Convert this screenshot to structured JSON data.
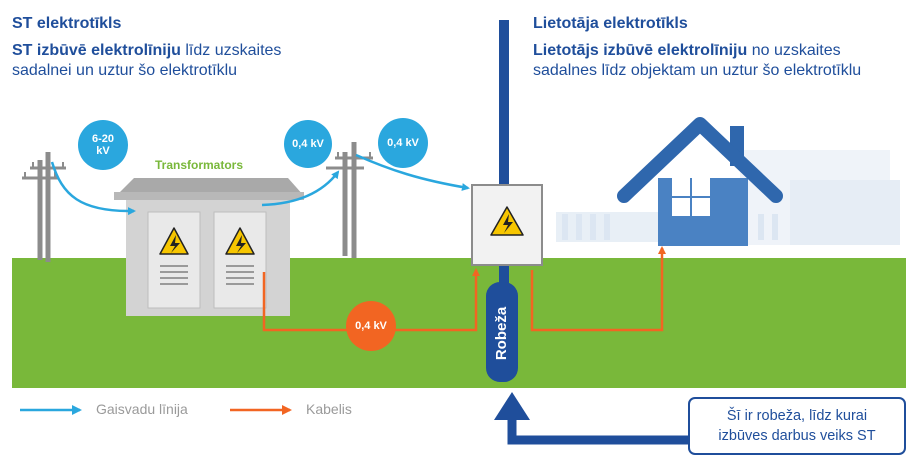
{
  "left": {
    "title": "ST elektrotīkls",
    "desc_bold": "ST izbūvē elektrolīniju",
    "desc_rest1": " līdz uzskaites",
    "desc_line2": "sadalnei un uztur šo elektrotīklu"
  },
  "right": {
    "title": "Lietotāja elektrotīkls",
    "desc_bold": "Lietotājs izbūvē elektrolīniju",
    "desc_rest1": " no uzskaites",
    "desc_line2": "sadalnes līdz objektam un uztur šo elektrotīklu"
  },
  "badges": {
    "hv": "6-20 kV",
    "lv1": "0,4 kV",
    "lv2": "0,4 kV",
    "cable": "0,4 kV"
  },
  "transformer_label": "Transformators",
  "boundary_label": "Robeža",
  "legend": {
    "overhead": "Gaisvadu līnija",
    "cable": "Kabelis"
  },
  "callout": {
    "line1": "Šī ir robeža, līdz kurai",
    "line2": "izbūves darbus veiks ST"
  },
  "colors": {
    "dark_blue": "#1f4e9b",
    "light_blue": "#2aa7de",
    "orange": "#f26522",
    "grass": "#79b83a",
    "house": "#4a82c3",
    "warning_yellow": "#f7c600"
  },
  "icons": [
    "utility-pole-icon",
    "transformer-icon",
    "meter-box-icon",
    "house-icon",
    "high-voltage-icon",
    "arrow-up-icon"
  ]
}
